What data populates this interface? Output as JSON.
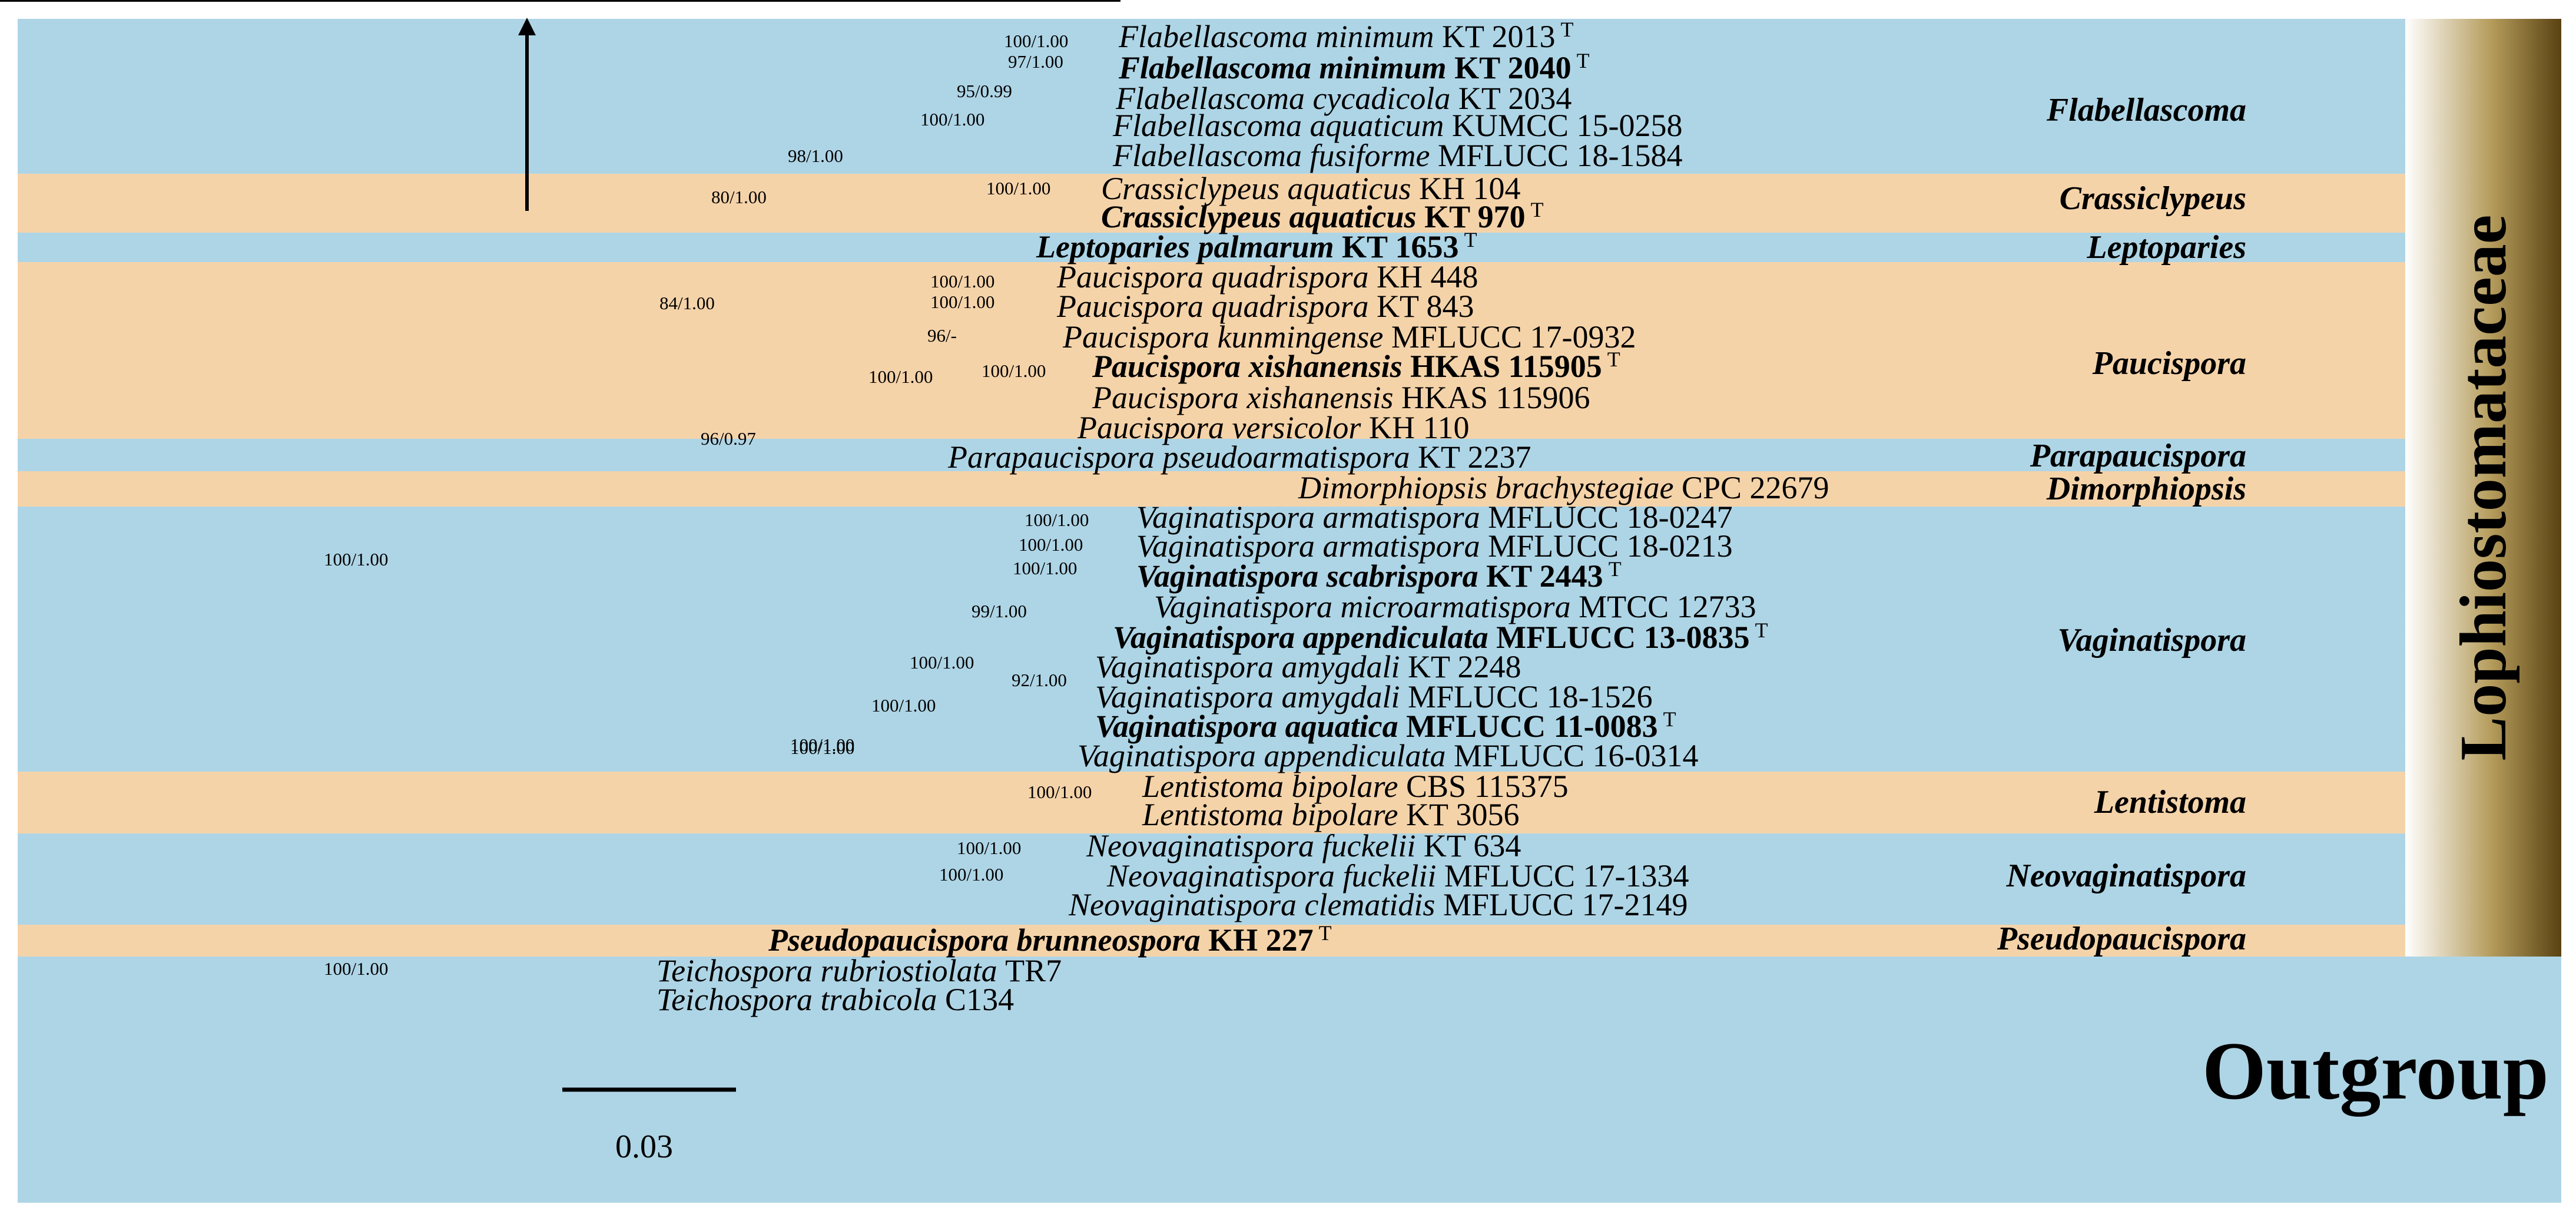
{
  "colors": {
    "blue_band": "#aed5e6",
    "tan_band": "#f5d3a9",
    "family_bar_dark": "#5a4212",
    "family_bar_light": "#ffffff"
  },
  "family_label": "Lophiostomataceae",
  "outgroup_label": "Outgroup",
  "scale_bar": {
    "value": 0.03,
    "label": "0.03"
  },
  "clades": [
    {
      "name": "Flabellascoma",
      "color": "blue"
    },
    {
      "name": "Crassiclypeus",
      "color": "tan"
    },
    {
      "name": "Leptoparies",
      "color": "blue"
    },
    {
      "name": "Paucispora",
      "color": "tan"
    },
    {
      "name": "Parapaucispora",
      "color": "blue"
    },
    {
      "name": "Dimorphiopsis",
      "color": "tan"
    },
    {
      "name": "Vaginatispora",
      "color": "blue"
    },
    {
      "name": "Lentistoma",
      "color": "tan"
    },
    {
      "name": "Neovaginatispora",
      "color": "blue"
    },
    {
      "name": "Pseudopaucispora",
      "color": "tan"
    }
  ],
  "taxa": [
    {
      "genus": "Flabellascoma minimum",
      "strain": "KT 2013",
      "type": true,
      "bold": false
    },
    {
      "genus": "Flabellascoma minimum",
      "strain": "KT 2040",
      "type": true,
      "bold": true
    },
    {
      "genus": "Flabellascoma cycadicola",
      "strain": "KT 2034",
      "type": false,
      "bold": false
    },
    {
      "genus": "Flabellascoma aquaticum",
      "strain": "KUMCC 15-0258",
      "type": false,
      "bold": false
    },
    {
      "genus": "Flabellascoma fusiforme",
      "strain": "MFLUCC 18-1584",
      "type": false,
      "bold": false
    },
    {
      "genus": "Crassiclypeus aquaticus",
      "strain": "KH 104",
      "type": false,
      "bold": false
    },
    {
      "genus": "Crassiclypeus aquaticus",
      "strain": "KT 970",
      "type": true,
      "bold": true
    },
    {
      "genus": "Leptoparies palmarum",
      "strain": "KT 1653",
      "type": true,
      "bold": true
    },
    {
      "genus": "Paucispora quadrispora",
      "strain": "KH 448",
      "type": false,
      "bold": false
    },
    {
      "genus": "Paucispora quadrispora",
      "strain": "KT 843",
      "type": false,
      "bold": false
    },
    {
      "genus": "Paucispora kunmingense",
      "strain": "MFLUCC 17-0932",
      "type": false,
      "bold": false
    },
    {
      "genus": "Paucispora xishanensis",
      "strain": "HKAS 115905",
      "type": true,
      "bold": true
    },
    {
      "genus": "Paucispora xishanensis",
      "strain": "HKAS 115906",
      "type": false,
      "bold": false
    },
    {
      "genus": "Paucispora versicolor",
      "strain": "KH 110",
      "type": false,
      "bold": false
    },
    {
      "genus": "Parapaucispora pseudoarmatispora",
      "strain": "KT 2237",
      "type": false,
      "bold": false
    },
    {
      "genus": "Dimorphiopsis brachystegiae",
      "strain": "CPC 22679",
      "type": false,
      "bold": false
    },
    {
      "genus": "Vaginatispora armatispora",
      "strain": "MFLUCC 18-0247",
      "type": false,
      "bold": false
    },
    {
      "genus": "Vaginatispora armatispora",
      "strain": "MFLUCC 18-0213",
      "type": false,
      "bold": false
    },
    {
      "genus": "Vaginatispora scabrispora",
      "strain": "KT 2443",
      "type": true,
      "bold": true
    },
    {
      "genus": "Vaginatispora microarmatispora",
      "strain": "MTCC 12733",
      "type": false,
      "bold": false
    },
    {
      "genus": "Vaginatispora appendiculata",
      "strain": "MFLUCC 13-0835",
      "type": true,
      "bold": true
    },
    {
      "genus": "Vaginatispora amygdali",
      "strain": "KT 2248",
      "type": false,
      "bold": false
    },
    {
      "genus": "Vaginatispora amygdali",
      "strain": "MFLUCC 18-1526",
      "type": false,
      "bold": false
    },
    {
      "genus": "Vaginatispora aquatica",
      "strain": "MFLUCC 11-0083",
      "type": true,
      "bold": true
    },
    {
      "genus": "Vaginatispora appendiculata",
      "strain": "MFLUCC 16-0314",
      "type": false,
      "bold": false
    },
    {
      "genus": "Lentistoma bipolare",
      "strain": "CBS 115375",
      "type": false,
      "bold": false
    },
    {
      "genus": "Lentistoma bipolare",
      "strain": "KT 3056",
      "type": false,
      "bold": false
    },
    {
      "genus": "Neovaginatispora fuckelii",
      "strain": "KT 634",
      "type": false,
      "bold": false
    },
    {
      "genus": "Neovaginatispora fuckelii",
      "strain": "MFLUCC 17-1334",
      "type": false,
      "bold": false
    },
    {
      "genus": "Neovaginatispora clematidis",
      "strain": "MFLUCC 17-2149",
      "type": false,
      "bold": false
    },
    {
      "genus": "Pseudopaucispora brunneospora",
      "strain": "KH 227",
      "type": true,
      "bold": true
    },
    {
      "genus": "Teichospora rubriostiolata",
      "strain": "TR7",
      "type": false,
      "bold": false
    },
    {
      "genus": "Teichospora trabicola",
      "strain": "C134",
      "type": false,
      "bold": false
    }
  ],
  "supports": [
    {
      "node": "fmin",
      "label": "100/1.00"
    },
    {
      "node": "fmin2",
      "label": "97/1.00"
    },
    {
      "node": "fcyc",
      "label": "95/0.99"
    },
    {
      "node": "faqu",
      "label": "100/1.00"
    },
    {
      "node": "flab_crass",
      "label": "98/1.00"
    },
    {
      "node": "crass",
      "label": "100/1.00"
    },
    {
      "node": "lep",
      "label": "80/1.00"
    },
    {
      "node": "main",
      "label": "84/1.00"
    },
    {
      "node": "pq",
      "label": "100/1.00"
    },
    {
      "node": "pq2",
      "label": "100/1.00"
    },
    {
      "node": "pk",
      "label": "96/-"
    },
    {
      "node": "px",
      "label": "100/1.00"
    },
    {
      "node": "pauc",
      "label": "100/1.00"
    },
    {
      "node": "pp",
      "label": "96/0.97"
    },
    {
      "node": "root",
      "label": "100/1.00"
    },
    {
      "node": "va1",
      "label": "100/1.00"
    },
    {
      "node": "va2",
      "label": "100/1.00"
    },
    {
      "node": "vs",
      "label": "100/1.00"
    },
    {
      "node": "vm",
      "label": "99/1.00"
    },
    {
      "node": "vam",
      "label": "92/1.00"
    },
    {
      "node": "vap",
      "label": "100/1.00"
    },
    {
      "node": "vaq",
      "label": "100/1.00"
    },
    {
      "node": "vag",
      "label": "100/1.00"
    },
    {
      "node": "lent",
      "label": "100/1.00"
    },
    {
      "node": "vln",
      "label": "100/1.00"
    },
    {
      "node": "nf",
      "label": "100/1.00"
    },
    {
      "node": "nc",
      "label": "100/1.00"
    },
    {
      "node": "teich",
      "label": "100/1.00"
    }
  ]
}
